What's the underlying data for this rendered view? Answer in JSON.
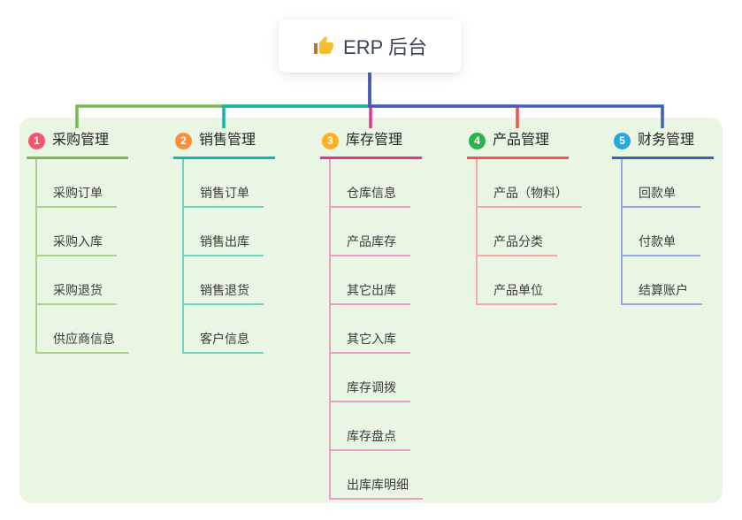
{
  "root": {
    "icon": "thumbs-up-icon",
    "title": "ERP 后台"
  },
  "colors": {
    "panel_bg": "#e8f6e3",
    "root_connector": "#5264c6",
    "root_text": "#3b4454",
    "icon_gold": "#f2c02e"
  },
  "branches": [
    {
      "number": "1",
      "title": "采购管理",
      "badge_color": "#f4566e",
      "line_color": "#7cb94f",
      "child_line_color": "#a9d489",
      "children": [
        "采购订单",
        "采购入库",
        "采购退货",
        "供应商信息"
      ]
    },
    {
      "number": "2",
      "title": "销售管理",
      "badge_color": "#fb8e3f",
      "line_color": "#13b5a6",
      "child_line_color": "#72d0c4",
      "children": [
        "销售订单",
        "销售出库",
        "销售退货",
        "客户信息"
      ]
    },
    {
      "number": "3",
      "title": "库存管理",
      "badge_color": "#ffb020",
      "line_color": "#dd3794",
      "child_line_color": "#ef9dc8",
      "children": [
        "仓库信息",
        "产品库存",
        "其它出库",
        "其它入库",
        "库存调拨",
        "库存盘点",
        "出库库明细"
      ]
    },
    {
      "number": "4",
      "title": "产品管理",
      "badge_color": "#2bb34f",
      "line_color": "#f4544e",
      "child_line_color": "#f9a9a5",
      "children": [
        "产品（物料）",
        "产品分类",
        "产品单位"
      ]
    },
    {
      "number": "5",
      "title": "财务管理",
      "badge_color": "#27a7dc",
      "line_color": "#3e5fc1",
      "child_line_color": "#95a9e0",
      "children": [
        "回款单",
        "付款单",
        "结算账户"
      ]
    }
  ]
}
